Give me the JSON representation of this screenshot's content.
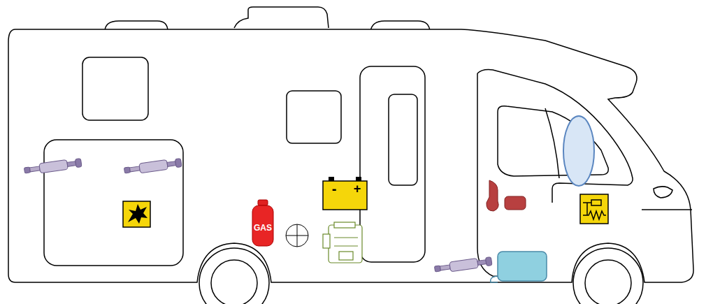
{
  "diagram": {
    "labels": [
      "GAS",
      "-",
      "+"
    ]
  }
}
